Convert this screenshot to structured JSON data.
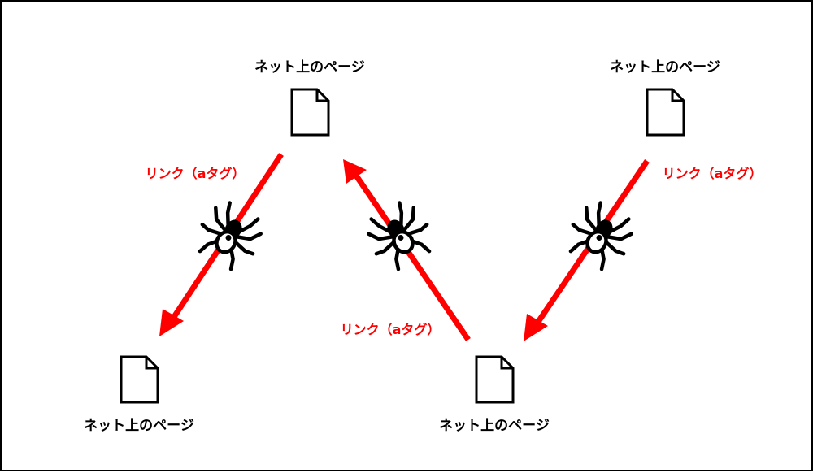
{
  "colors": {
    "link": "#ff0000",
    "ink": "#000000",
    "background": "#ffffff"
  },
  "icons": {
    "page": "document-icon",
    "crawler": "spider-icon"
  },
  "pages": [
    {
      "label": "ネット上のページ"
    },
    {
      "label": "ネット上のページ"
    },
    {
      "label": "ネット上のページ"
    },
    {
      "label": "ネット上のページ"
    }
  ],
  "links": [
    {
      "label": "リンク（aタグ）"
    },
    {
      "label": "リンク（aタグ）"
    },
    {
      "label": "リンク（aタグ）"
    }
  ]
}
